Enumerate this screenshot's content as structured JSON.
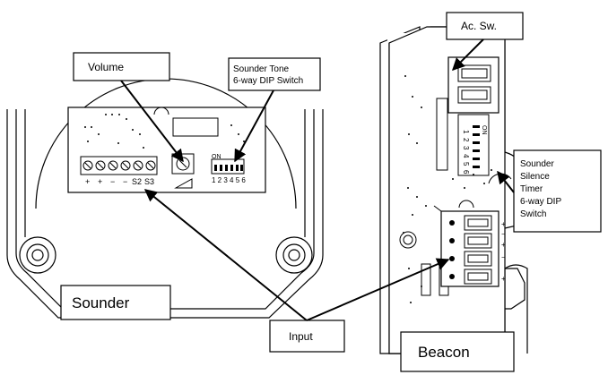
{
  "labels": {
    "volume": "Volume",
    "sounder_tone_line1": "Sounder Tone",
    "sounder_tone_line2": "6-way DIP Switch",
    "ac_sw": "Ac. Sw.",
    "silence_line1": "Sounder",
    "silence_line2": "Silence",
    "silence_line3": "Timer",
    "silence_line4": "6-way DIP",
    "silence_line5": "Switch",
    "sounder": "Sounder",
    "input": "Input",
    "beacon": "Beacon"
  },
  "sounder_terminals": {
    "marks": [
      "+",
      "+",
      "−",
      "−",
      "S2",
      "S3"
    ]
  },
  "dip_switch_small": {
    "on_text": "ON",
    "numbers": "1 2 3 4 5 6"
  },
  "dip_switch_beacon": {
    "on_text": "ON",
    "numbers": [
      "1",
      "2",
      "3",
      "4",
      "5",
      "6"
    ]
  },
  "beacon_terminals": {
    "marks": [
      "+",
      "−",
      "+",
      "−",
      "+"
    ]
  }
}
